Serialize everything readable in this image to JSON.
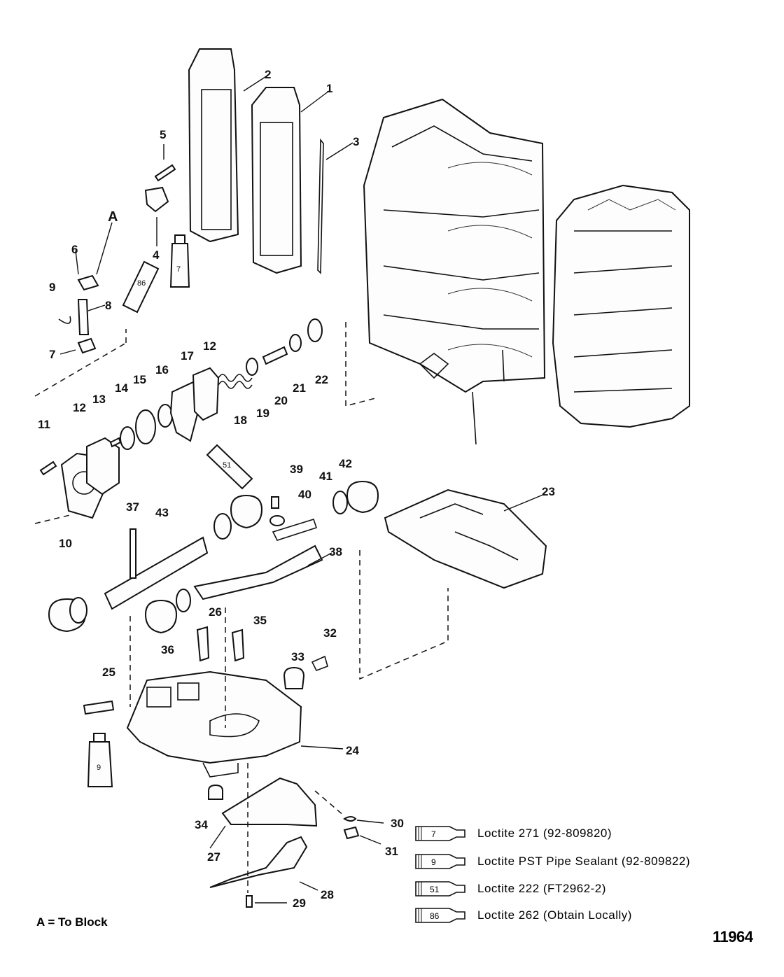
{
  "figure": {
    "drawing_number": "11964",
    "note": "A = To Block",
    "callouts": [
      "1",
      "2",
      "3",
      "4",
      "5",
      "6",
      "7",
      "8",
      "9",
      "10",
      "11",
      "12",
      "13",
      "14",
      "15",
      "16",
      "17",
      "18",
      "19",
      "20",
      "21",
      "22",
      "23",
      "24",
      "25",
      "26",
      "27",
      "28",
      "29",
      "30",
      "31",
      "32",
      "33",
      "34",
      "35",
      "36",
      "37",
      "38",
      "39",
      "40",
      "41",
      "42",
      "43",
      "A"
    ],
    "tube_labels": [
      "7",
      "86",
      "51",
      "9"
    ]
  },
  "legend": [
    {
      "code": "7",
      "text": "Loctite 271 (92-809820)"
    },
    {
      "code": "9",
      "text": "Loctite PST Pipe Sealant (92-809822)"
    },
    {
      "code": "51",
      "text": "Loctite 222  (FT2962-2)"
    },
    {
      "code": "86",
      "text": "Loctite 262  (Obtain Locally)"
    }
  ]
}
